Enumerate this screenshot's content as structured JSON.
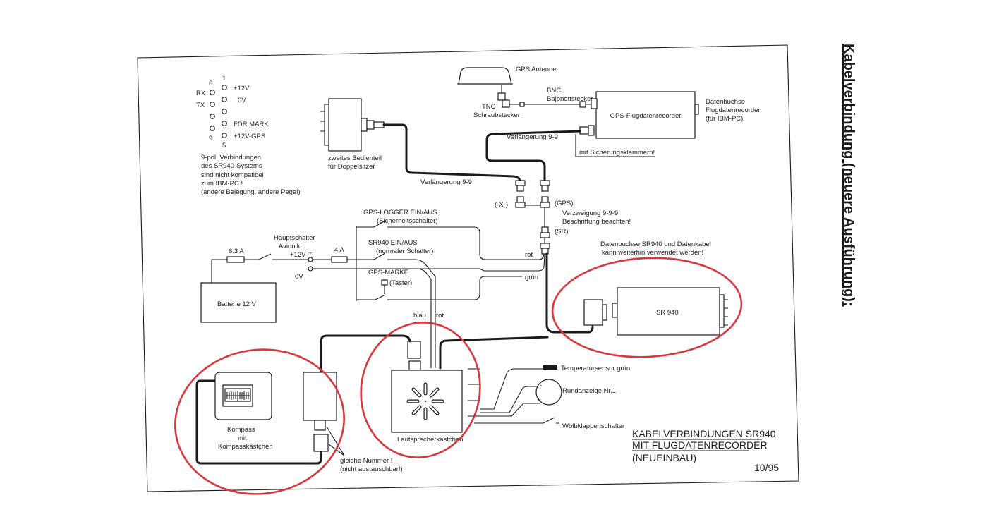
{
  "heading": "Kabelverbindung (neuere Ausführung):",
  "pinout": {
    "pin_1": "1",
    "pin_6": "6",
    "pin_9": "9",
    "pin_5": "5",
    "rx": "RX",
    "tx": "TX",
    "plus12v": "+12V",
    "zero_v": "0V",
    "fdr_mark": "FDR MARK",
    "plus12v_gps": "+12V-GPS"
  },
  "pinout_note": [
    "9-pol. Verbindungen",
    "des SR940-Systems",
    "sind nicht kompatibel",
    "zum IBM-PC !",
    "(andere Belegung, andere Pegel)"
  ],
  "second_panel": [
    "zweites Bedienteil",
    "für Doppelsitzer"
  ],
  "panel_extension": "Verlängerung 9-9",
  "gps": {
    "antenna": "GPS Antenne",
    "tnc": "TNC",
    "tnc_type": "Schraubstecker",
    "bnc": "BNC",
    "bnc_type": "Bajonettstecker",
    "recorder": "GPS-Flugdatenrecorder",
    "socket": [
      "Datenbuchse",
      "Flugdatenrecorder",
      "(für IBM-PC)"
    ],
    "extension": "Verlängerung 9-9",
    "clips": "mit Sicherungsklammern!"
  },
  "branch": {
    "port_x": "(-X-)",
    "port_gps": "(GPS)",
    "port_sr": "(SR)",
    "note": [
      "Verzweigung 9-9-9",
      "Beschriftung beachten!"
    ]
  },
  "power": {
    "gps_logger_switch": "GPS-LOGGER EIN/AUS",
    "gps_logger_switch_type": "(Sicherheitsschalter)",
    "main_switch": [
      "Hauptschalter",
      "Avionik"
    ],
    "sr940_switch": "SR940 EIN/AUS",
    "sr940_switch_type": "(normaler Schalter)",
    "fuse_main": "6.3 A",
    "fuse_sr940": "4 A",
    "plus_terminal": "+12V",
    "plus_sign": "+",
    "minus_terminal": "0V",
    "minus_sign": "-",
    "wire_red": "rot",
    "wire_green": "grün",
    "gps_mark_button": "GPS-MARKE",
    "gps_mark_button_type": "(Taster)",
    "battery": "Batterie 12 V"
  },
  "sr940": {
    "note": [
      "Datenbuchse SR940 und Datenkabel",
      "kann weiterhin verwendet werden!"
    ],
    "unit": "SR 940"
  },
  "speaker": {
    "wire_blue": "blau",
    "wire_red": "rot",
    "box": "Lautsprecherkästchen",
    "temp_sensor": "Temperatursensor grün",
    "gauge": "Rundanzeige Nr.1",
    "gauge_minus": "-",
    "gauge_plus": "+",
    "flap_switch": "Wölbklappenschalter"
  },
  "compass": {
    "label": [
      "Kompass",
      "mit",
      "Kompasskästchen"
    ],
    "note": [
      "gleiche Nummer !",
      "(nicht austauschbar!)"
    ]
  },
  "title_block": {
    "line1": "KABELVERBINDUNGEN SR940",
    "line2": "MIT FLUGDATENRECORDER",
    "line3": "(NEUEINBAU)",
    "date": "10/95"
  },
  "colors": {
    "ink": "#1a1a1a",
    "red_marking": "#d9363e",
    "paper": "#ffffff"
  }
}
